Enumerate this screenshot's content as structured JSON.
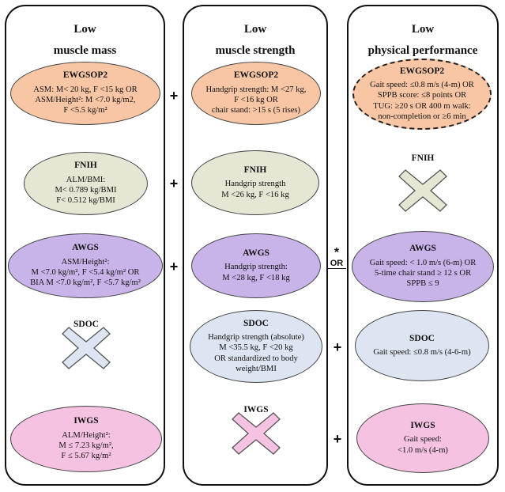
{
  "columns": {
    "mass": {
      "title_line1": "Low",
      "title_line2": "muscle mass",
      "ewgsop2": {
        "title": "EWGSOP2",
        "lines": [
          "ASM: M< 20 kg, F <15 kg OR",
          "ASM/Height²: M <7.0 kg/m2,",
          "F <5.5 kg/m²"
        ]
      },
      "fnih": {
        "title": "FNIH",
        "lines": [
          "ALM/BMI:",
          "M< 0.789 kg/BMI",
          "F< 0.512 kg/BMI"
        ]
      },
      "awgs": {
        "title": "AWGS",
        "lines": [
          "ASM/Height²:",
          "M <7.0 kg/m², F <5.4 kg/m² OR",
          "BIA M <7.0 kg/m², F <5.7 kg/m²"
        ]
      },
      "sdoc": {
        "title": "SDOC"
      },
      "iwgs": {
        "title": "IWGS",
        "lines": [
          "ALM/Height²:",
          "M ≤ 7.23 kg/m²,",
          "F ≤ 5.67 kg/m²"
        ]
      }
    },
    "strength": {
      "title_line1": "Low",
      "title_line2": "muscle strength",
      "ewgsop2": {
        "title": "EWGSOP2",
        "lines": [
          "Handgrip strength: M <27 kg,",
          "F <16 kg OR",
          "chair stand: >15 s (5 rises)"
        ]
      },
      "fnih": {
        "title": "FNIH",
        "lines": [
          "Handgrip strength",
          "M <26 kg, F <16 kg"
        ]
      },
      "awgs": {
        "title": "AWGS",
        "lines": [
          "Handgrip strength:",
          "M <28 kg, F <18 kg"
        ]
      },
      "sdoc": {
        "title": "SDOC",
        "lines": [
          "Handgrip strength (absolute)",
          "M <35.5 kg, F <20 kg",
          "OR standardized to body",
          "weight/BMI"
        ]
      },
      "iwgs": {
        "title": "IWGS"
      }
    },
    "performance": {
      "title_line1": "Low",
      "title_line2": "physical performance",
      "ewgsop2": {
        "title": "EWGSOP2",
        "lines": [
          "Gait speed: ≤0.8 m/s (4-m) OR",
          "SPPB score: ≤8 points OR",
          "TUG: ≥20 s OR 400 m walk:",
          "non-completion or ≥6 min"
        ]
      },
      "fnih": {
        "title": "FNIH"
      },
      "awgs": {
        "title": "AWGS",
        "lines": [
          "Gait speed: < 1.0 m/s (6-m) OR",
          "5-time chair stand ≥ 12 s OR",
          "SPPB ≤ 9"
        ]
      },
      "sdoc": {
        "title": "SDOC",
        "lines": [
          "Gait speed: ≤0.8 m/s (4-6-m)"
        ]
      },
      "iwgs": {
        "title": "IWGS",
        "lines": [
          "Gait speed:",
          "<1.0 m/s (4-m)"
        ]
      }
    }
  },
  "operators": {
    "plus": "+",
    "or_star": "*",
    "or_text": "OR"
  },
  "colors": {
    "orange": "#f8c6a4",
    "green": "#e6e6d4",
    "purple": "#c9b4ea",
    "blue": "#dde5f2",
    "pink": "#f6c2e2",
    "cross_blue": "#dde5f2",
    "cross_green": "#e6e6d4",
    "cross_pink": "#f6c2e2"
  },
  "icons": {
    "cross": "x-cross-icon"
  }
}
